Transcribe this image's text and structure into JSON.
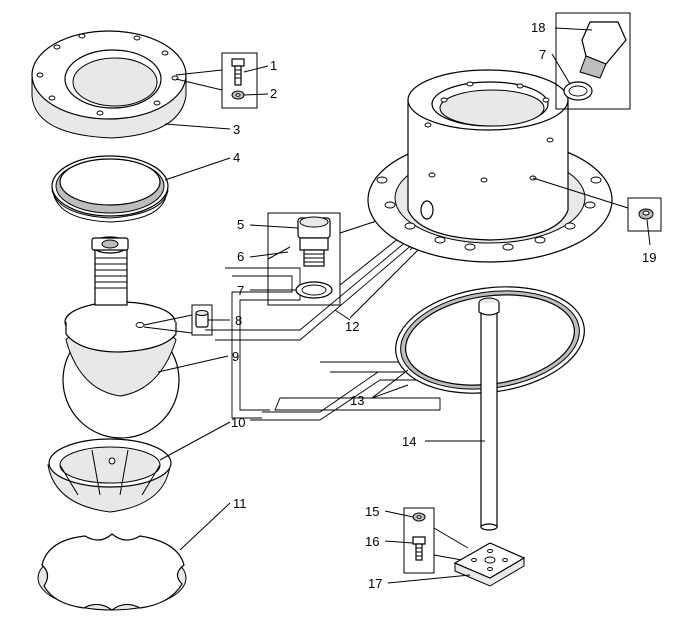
{
  "callouts": [
    {
      "id": "c1",
      "label": "1"
    },
    {
      "id": "c2",
      "label": "2"
    },
    {
      "id": "c3",
      "label": "3"
    },
    {
      "id": "c4",
      "label": "4"
    },
    {
      "id": "c5",
      "label": "5"
    },
    {
      "id": "c6",
      "label": "6"
    },
    {
      "id": "c7a",
      "label": "7"
    },
    {
      "id": "c7b",
      "label": "7"
    },
    {
      "id": "c8",
      "label": "8"
    },
    {
      "id": "c9",
      "label": "9"
    },
    {
      "id": "c10",
      "label": "10"
    },
    {
      "id": "c11",
      "label": "11"
    },
    {
      "id": "c12",
      "label": "12"
    },
    {
      "id": "c13",
      "label": "13"
    },
    {
      "id": "c14",
      "label": "14"
    },
    {
      "id": "c15",
      "label": "15"
    },
    {
      "id": "c16",
      "label": "16"
    },
    {
      "id": "c17",
      "label": "17"
    },
    {
      "id": "c18",
      "label": "18"
    },
    {
      "id": "c19",
      "label": "19"
    }
  ]
}
